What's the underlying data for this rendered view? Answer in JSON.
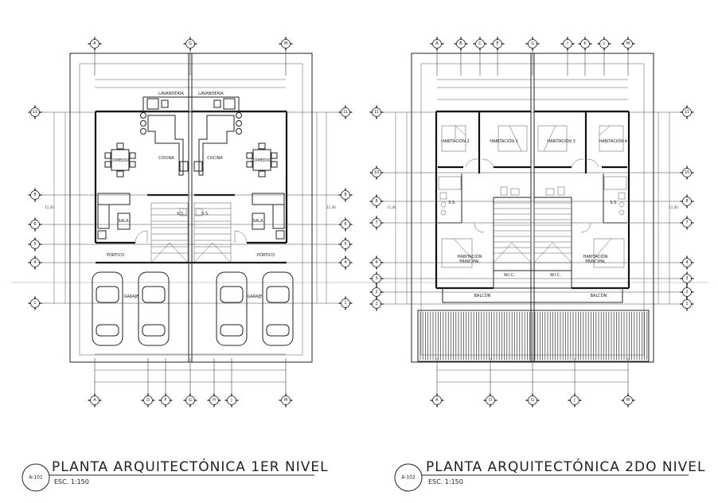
{
  "plan1": {
    "sheet": "A-101",
    "title": "PLANTA ARQUITECTÓNICA 1ER NIVEL",
    "scale": "ESC. 1:150",
    "grid_top": [
      "A",
      "G",
      "M"
    ],
    "grid_bottom": [
      "A",
      "D",
      "F",
      "G",
      "H",
      "J",
      "M"
    ],
    "grid_side": [
      "11",
      "8",
      "6",
      "5",
      "4",
      "1"
    ],
    "total_depth": "11,40",
    "rooms": {
      "lavanderia_l": "LAVANDERIA",
      "lavanderia_r": "LAVANDERIA",
      "cocina_l": "COCINA",
      "cocina_r": "COCINA",
      "comedor_l": "COMEDOR",
      "comedor_r": "COMEDOR",
      "sala_l": "SALA",
      "sala_r": "SALA",
      "ss_l": "S.S.",
      "ss_r": "S.S.",
      "portico_l": "PÓRTICO",
      "portico_r": "PÓRTICO",
      "garaje_l": "GARAJE",
      "garaje_r": "GARAJE"
    }
  },
  "plan2": {
    "sheet": "A-102",
    "title": "PLANTA ARQUITECTÓNICA 2DO NIVEL",
    "scale": "ESC. 1:150",
    "grid_top": [
      "A",
      "B",
      "C",
      "E",
      "G",
      "I",
      "K",
      "L",
      "M"
    ],
    "grid_bottom": [
      "A",
      "D",
      "G",
      "J",
      "M"
    ],
    "grid_side": [
      "11",
      "10",
      "8",
      "7",
      "4",
      "3",
      "2",
      "1"
    ],
    "total_depth": "11,40",
    "rooms": {
      "hab2": "HABITACIÓN 2",
      "hab1": "HABITACIÓN 1",
      "hab3": "HABITACIÓN 3",
      "hab4": "HABITACIÓN 4",
      "ss_l": "S.S.",
      "ss_r": "S.S.",
      "hp_l1": "HABITACIÓN",
      "hp_l2": "PRINCIPAL",
      "hp_r1": "HABITACIÓN",
      "hp_r2": "PRINCIPAL",
      "wic_l": "W.I.C.",
      "wic_r": "W.I.C.",
      "balcon_l": "BALCÓN",
      "balcon_r": "BALCÓN"
    }
  }
}
